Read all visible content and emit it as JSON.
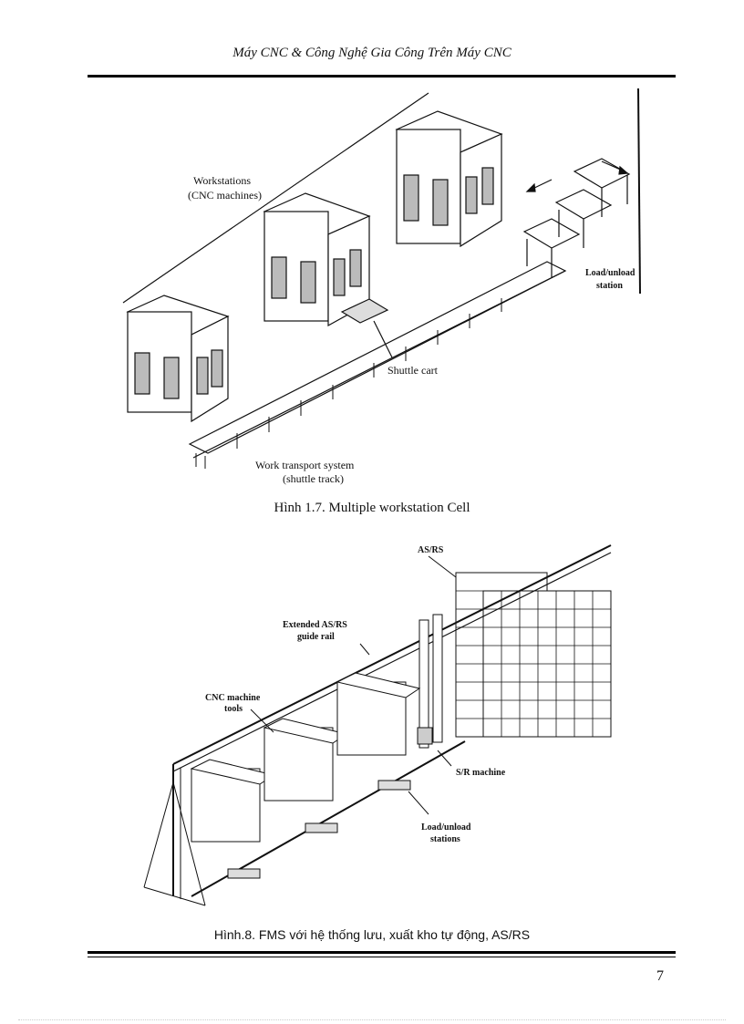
{
  "header": {
    "title": "Máy CNC & Công Nghệ Gia Công Trên Máy CNC"
  },
  "figure1": {
    "caption": "Hình 1.7. Multiple workstation Cell",
    "labels": {
      "workstations_1": "Workstations",
      "workstations_2": "(CNC machines)",
      "load_unload_1": "Load/unload",
      "load_unload_2": "station",
      "shuttle_cart": "Shuttle cart",
      "transport_1": "Work transport system",
      "transport_2": "(shuttle track)"
    }
  },
  "figure2": {
    "caption": "Hình.8. FMS với hệ thống lưu, xuất kho tự động, AS/RS",
    "labels": {
      "asrs": "AS/RS",
      "ext_rail_1": "Extended AS/RS",
      "ext_rail_2": "guide rail",
      "cnc_1": "CNC machine",
      "cnc_2": "tools",
      "sr_machine": "S/R machine",
      "load_unload_1": "Load/unload",
      "load_unload_2": "stations"
    }
  },
  "footer": {
    "page_number": "7"
  }
}
